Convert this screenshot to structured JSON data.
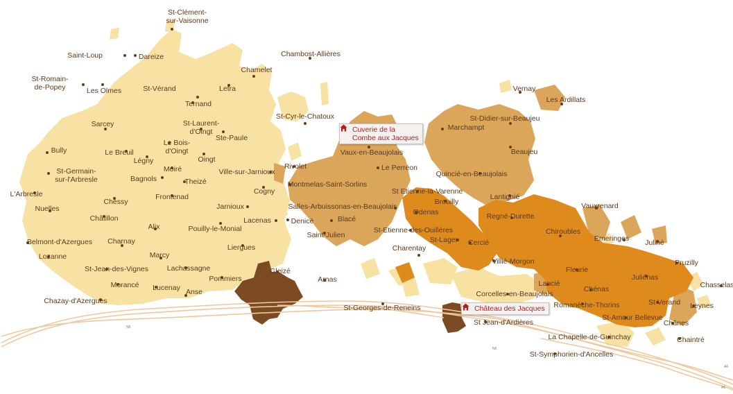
{
  "colors": {
    "background": "#ffffff",
    "beaujolais_light": "#f8e2a3",
    "beaujolais_villages": "#dba55a",
    "crus": "#df8a1c",
    "estate_dark": "#7c4b24",
    "roads": "#f0c79c",
    "label_text": "#5a3a1c",
    "callout_text": "#b21f1f"
  },
  "places": [
    {
      "name": "St-Clément-\nsur-Vaisonne"
    },
    {
      "name": "Saint-Loup"
    },
    {
      "name": "Dareize"
    },
    {
      "name": "Chambost-Allières"
    },
    {
      "name": "St-Romain-\nde-Popey"
    },
    {
      "name": "Chamelet"
    },
    {
      "name": "Les Olmes"
    },
    {
      "name": "St-Vérand"
    },
    {
      "name": "Letra"
    },
    {
      "name": "Ternand"
    },
    {
      "name": "Vernay"
    },
    {
      "name": "Les Ardillats"
    },
    {
      "name": "St-Cyr-le-Chatoux"
    },
    {
      "name": "St-Didier-sur-Beaujeu"
    },
    {
      "name": "Sarcey"
    },
    {
      "name": "St-Laurent-\nd'Oingt"
    },
    {
      "name": "Ste-Paule"
    },
    {
      "name": "Marchampt"
    },
    {
      "name": "Bully"
    },
    {
      "name": "Le Breuil"
    },
    {
      "name": "Le Bois-\nd'Oingt"
    },
    {
      "name": "Légny"
    },
    {
      "name": "Oingt"
    },
    {
      "name": "Vaux-en-Beaujolais"
    },
    {
      "name": "Beaujeu"
    },
    {
      "name": "St-Germain-\nsur-l'Arbresle"
    },
    {
      "name": "Moiré"
    },
    {
      "name": "Bagnols"
    },
    {
      "name": "Ville-sur-Jarnioux"
    },
    {
      "name": "Rivolet"
    },
    {
      "name": "Le Perréon"
    },
    {
      "name": "Quincié-en-Beaujolais"
    },
    {
      "name": "Theizé"
    },
    {
      "name": "Cogny"
    },
    {
      "name": "Montmelas-Saint-Sorlins"
    },
    {
      "name": "St Etienne-la-Varenne"
    },
    {
      "name": "L'Arbresle"
    },
    {
      "name": "Frontenad"
    },
    {
      "name": "Lantignié"
    },
    {
      "name": "Chessy"
    },
    {
      "name": "Brouilly"
    },
    {
      "name": "Jarnioux"
    },
    {
      "name": "Salles-Arbuissonas-en-Beaujolais"
    },
    {
      "name": "Vauxrenard"
    },
    {
      "name": "Nuelles"
    },
    {
      "name": "Odenas"
    },
    {
      "name": "Châtillon"
    },
    {
      "name": "Lacenas"
    },
    {
      "name": "Denicé"
    },
    {
      "name": "Blacé"
    },
    {
      "name": "Regné-Durette"
    },
    {
      "name": "Alix"
    },
    {
      "name": "Pouilly-le-Monial"
    },
    {
      "name": "St-Etienne-des-Ouillères"
    },
    {
      "name": "Chiroubles"
    },
    {
      "name": "Saint-Julien"
    },
    {
      "name": "St-Lager"
    },
    {
      "name": "Emeringes"
    },
    {
      "name": "Juliné"
    },
    {
      "name": "Belmont-d'Azergues"
    },
    {
      "name": "Charnay"
    },
    {
      "name": "Cercié"
    },
    {
      "name": "Charentay"
    },
    {
      "name": "Liergues"
    },
    {
      "name": "Marcy"
    },
    {
      "name": "Lozanne"
    },
    {
      "name": "Villié-Morgon"
    },
    {
      "name": "Pruzilly"
    },
    {
      "name": "St-Jean-des-Vignes"
    },
    {
      "name": "Lachassagne"
    },
    {
      "name": "Gleizé"
    },
    {
      "name": "Fleurie"
    },
    {
      "name": "Pommiers"
    },
    {
      "name": "Juliénas"
    },
    {
      "name": "Arnas"
    },
    {
      "name": "Lancié"
    },
    {
      "name": "Chénas"
    },
    {
      "name": "Morancé"
    },
    {
      "name": "Lucenay"
    },
    {
      "name": "Chasselas"
    },
    {
      "name": "Corcelles-en-Beaujolais"
    },
    {
      "name": "Anse"
    },
    {
      "name": "Chazay-d'Azergues"
    },
    {
      "name": "St Verand"
    },
    {
      "name": "Leynes"
    },
    {
      "name": "Romanèche-Thorins"
    },
    {
      "name": "St-Georges-de-Reneins"
    },
    {
      "name": "St-Amour Bellevue"
    },
    {
      "name": "Chânes"
    },
    {
      "name": "St Jean-d'Ardières"
    },
    {
      "name": "Chaintré"
    },
    {
      "name": "La Chapelle-de-Guinchay"
    },
    {
      "name": "St-Symphorien-d'Ancelles"
    }
  ],
  "callouts": {
    "cuverie": "Cuverie de la\nCombe aux Jacques",
    "chateau": "Château des Jacques"
  },
  "road_labels": [
    "N6",
    "N6",
    "A6",
    "A6"
  ]
}
